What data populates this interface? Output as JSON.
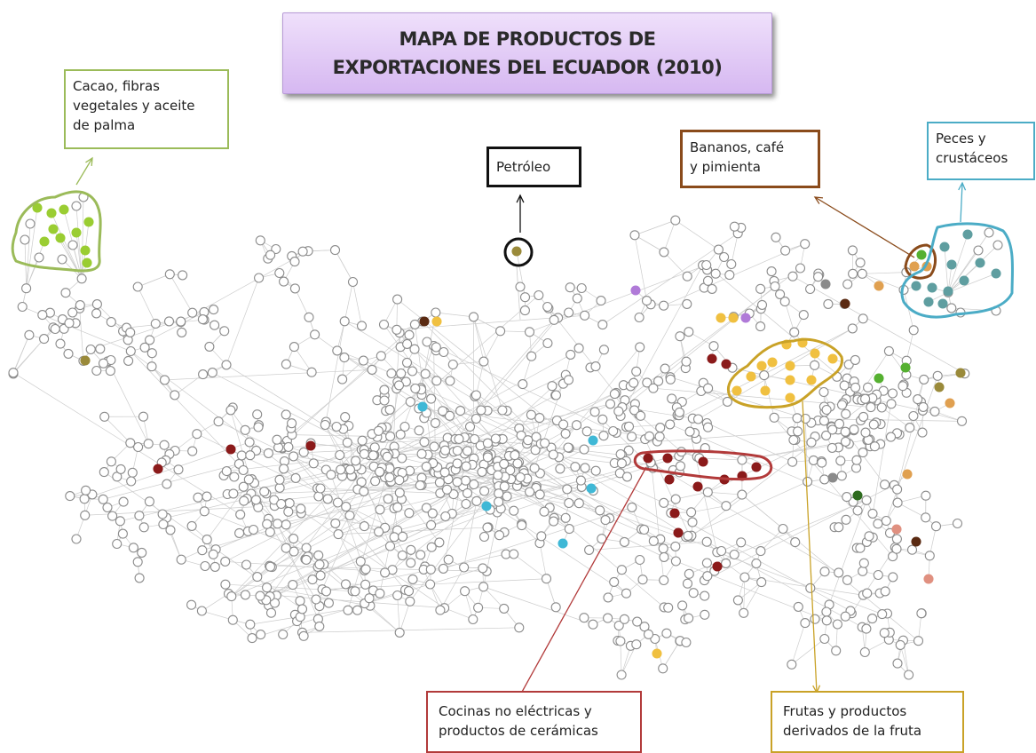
{
  "title": {
    "line1": "MAPA DE PRODUCTOS DE",
    "line2": "EXPORTACIONES DEL ECUADOR (2010)"
  },
  "callouts": {
    "cacao": {
      "lines": [
        "Cacao, fibras",
        "vegetales y aceite",
        "de palma"
      ],
      "color": "#9bbb59"
    },
    "petroleo": {
      "lines": [
        "Petróleo"
      ],
      "color": "#111111"
    },
    "bananos": {
      "lines": [
        "Bananos, café",
        "y pimienta"
      ],
      "color": "#8a4b1b"
    },
    "peces": {
      "lines": [
        "Peces y",
        "crustáceos"
      ],
      "color": "#4bacc6"
    },
    "cocinas": {
      "lines": [
        "Cocinas no eléctricas y",
        "productos de cerámicas"
      ],
      "color": "#b23a3a"
    },
    "frutas": {
      "lines": [
        "Frutas y productos",
        "derivados de la fruta"
      ],
      "color": "#c9a227"
    }
  },
  "colors": {
    "default_node": "#ffffff",
    "node_stroke": "#8c8c8c",
    "edge": "#cccccc",
    "green": "#9acd32",
    "teal": "#5f9ea0",
    "gold": "#f0c040",
    "red": "#8b1a1a",
    "cyan": "#3fb8d6",
    "orange": "#e0a050",
    "purple": "#b07ad8",
    "olive": "#9a8a3a",
    "brown": "#5a2a12",
    "gray": "#8a8a8a",
    "darkgreen": "#2e6b1f",
    "lime": "#55b030",
    "salmon": "#e09080"
  }
}
